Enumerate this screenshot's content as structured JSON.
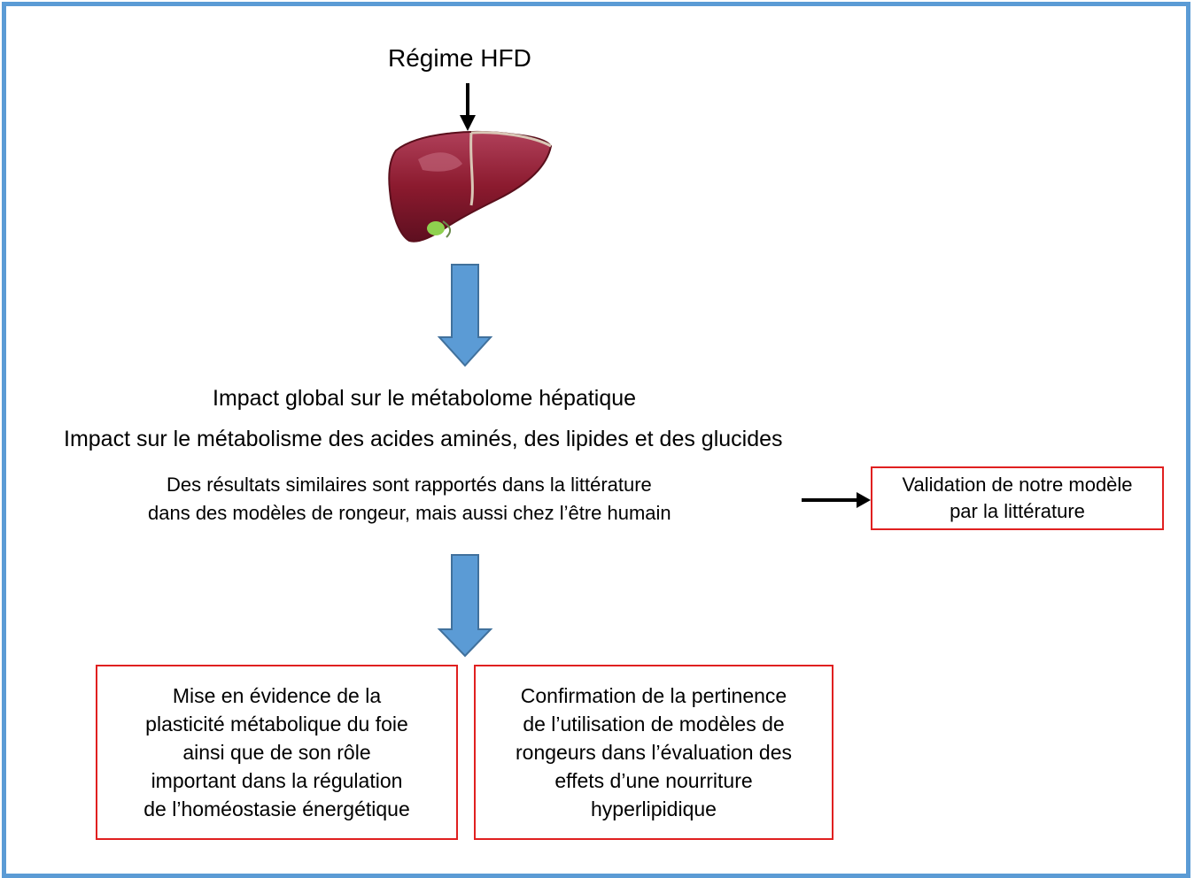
{
  "diagram": {
    "top_label": "Régime HFD",
    "line_impact_global": "Impact global sur le métabolome hépatique",
    "line_impact_metabolism": "Impact sur le métabolisme des acides aminés, des lipides et des glucides",
    "line_results_1": "Des résultats similaires sont rapportés dans la littérature",
    "line_results_2": "dans des modèles de rongeur, mais aussi chez l’être humain",
    "validation_box": "Validation de notre modèle\npar la littérature",
    "conclusion_left": "Mise en évidence de la\nplasticité métabolique du foie\nainsi que de son rôle\nimportant dans la régulation\nde l’homéostasie énergétique",
    "conclusion_right": "Confirmation de la pertinence\nde l’utilisation de modèles de\nrongeurs dans l’évaluation des\neffets d’une nourriture\nhyperlipidique"
  },
  "colors": {
    "frame_border": "#5b9bd5",
    "block_arrow_fill": "#5b9bd5",
    "block_arrow_stroke": "#41719c",
    "box_border": "#e02020",
    "liver_main": "#8b1a2e",
    "gallbladder": "#8fd14f"
  },
  "icons": {
    "liver": "liver-illustration",
    "down_arrow": "arrow-down-icon",
    "right_arrow": "arrow-right-icon"
  }
}
